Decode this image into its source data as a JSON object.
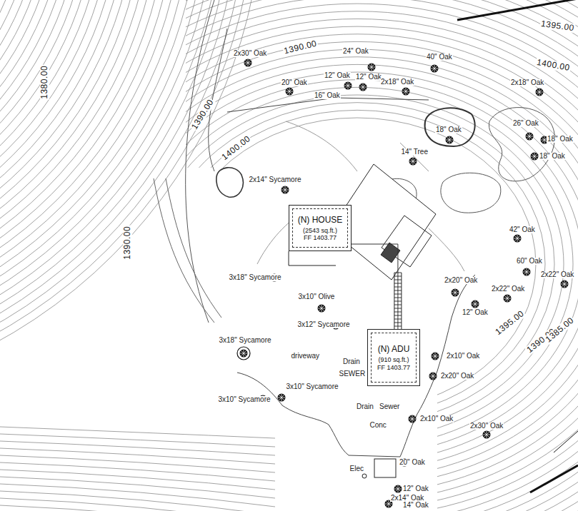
{
  "diagram": {
    "nodes": [
      {
        "text": [
          "(N) HOUSE",
          "(2543 sq.ft.)",
          "FF 1403.77"
        ]
      },
      {
        "text": [
          "(N) ADU",
          "(910 sq.ft.)",
          "FF 1403.77"
        ]
      }
    ],
    "edges": [
      {
        "from": 0,
        "to": 1,
        "arrow": "none"
      }
    ],
    "labels": [
      "1395.00",
      "2x30\" Oak",
      "1390.00",
      "24\" Oak",
      "40\" Oak",
      "1400.00",
      "2x18\" Oak",
      "20\" Oak",
      "12\" Oak",
      "12\" Oak",
      "16\" Oak",
      "2x18\" Oak",
      "1390.00",
      "18\" Oak",
      "26\" Oak",
      "18\" Oak",
      "18\" Oak",
      "1400.00",
      "14\" Tree",
      "2x14\" Sycamore",
      "1380.00",
      "1390.00",
      "42\" Oak",
      "60\" Oak",
      "2x22\" Oak",
      "2x20\" Oak",
      "2x22\" Oak",
      "3x18\" Sycamore",
      "3x10\" Olive",
      "12\" Oak",
      "1395.00",
      "1390.00",
      "1385.00",
      "3x12\" Sycamore",
      "3x18\" Sycamore",
      "driveway",
      "Drain",
      "SEWER",
      "2x10\" Oak",
      "2x20\" Oak",
      "3x10\" Sycamore",
      "3x10\" Sycamore",
      "Drain",
      "Sewer",
      "2x10\" Oak",
      "Conc",
      "2x30\" Oak",
      "20\" Oak",
      "Elec",
      "12\" Oak",
      "2x14\" Oak",
      "14\" Oak"
    ]
  }
}
